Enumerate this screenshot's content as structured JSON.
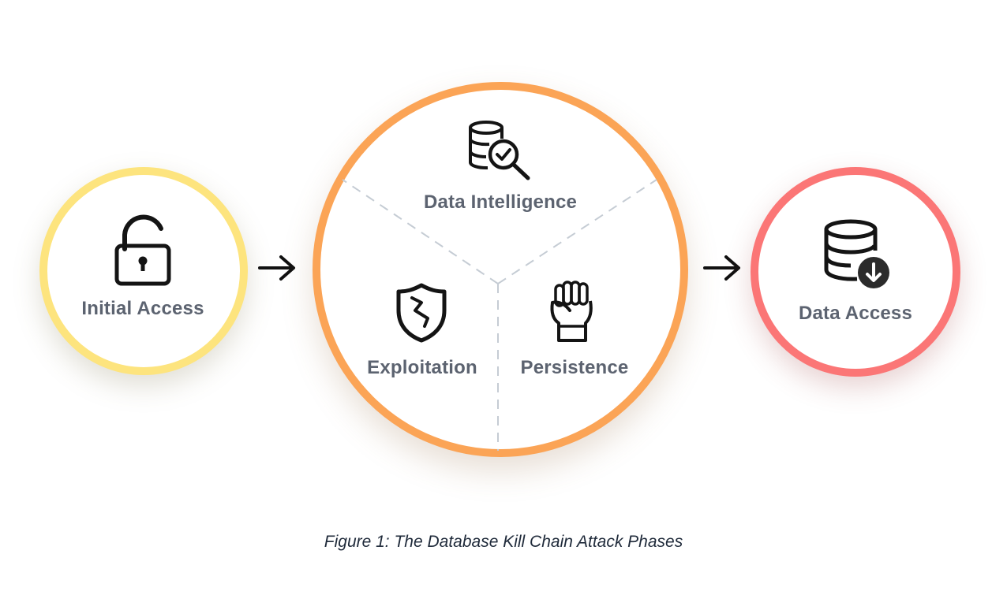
{
  "diagram": {
    "phases": [
      {
        "label": "Initial Access",
        "icon": "unlocked-padlock-icon",
        "color": "#fde47e"
      },
      {
        "label": "Data Intelligence",
        "icon": "database-search-icon",
        "color": "#fba456"
      },
      {
        "label": "Exploitation",
        "icon": "cracked-shield-icon",
        "color": "#fba456"
      },
      {
        "label": "Persistence",
        "icon": "raised-fist-icon",
        "color": "#fba456"
      },
      {
        "label": "Data Access",
        "icon": "database-download-icon",
        "color": "#fb7676"
      }
    ],
    "caption": "Figure 1: The Database Kill Chain Attack Phases"
  }
}
